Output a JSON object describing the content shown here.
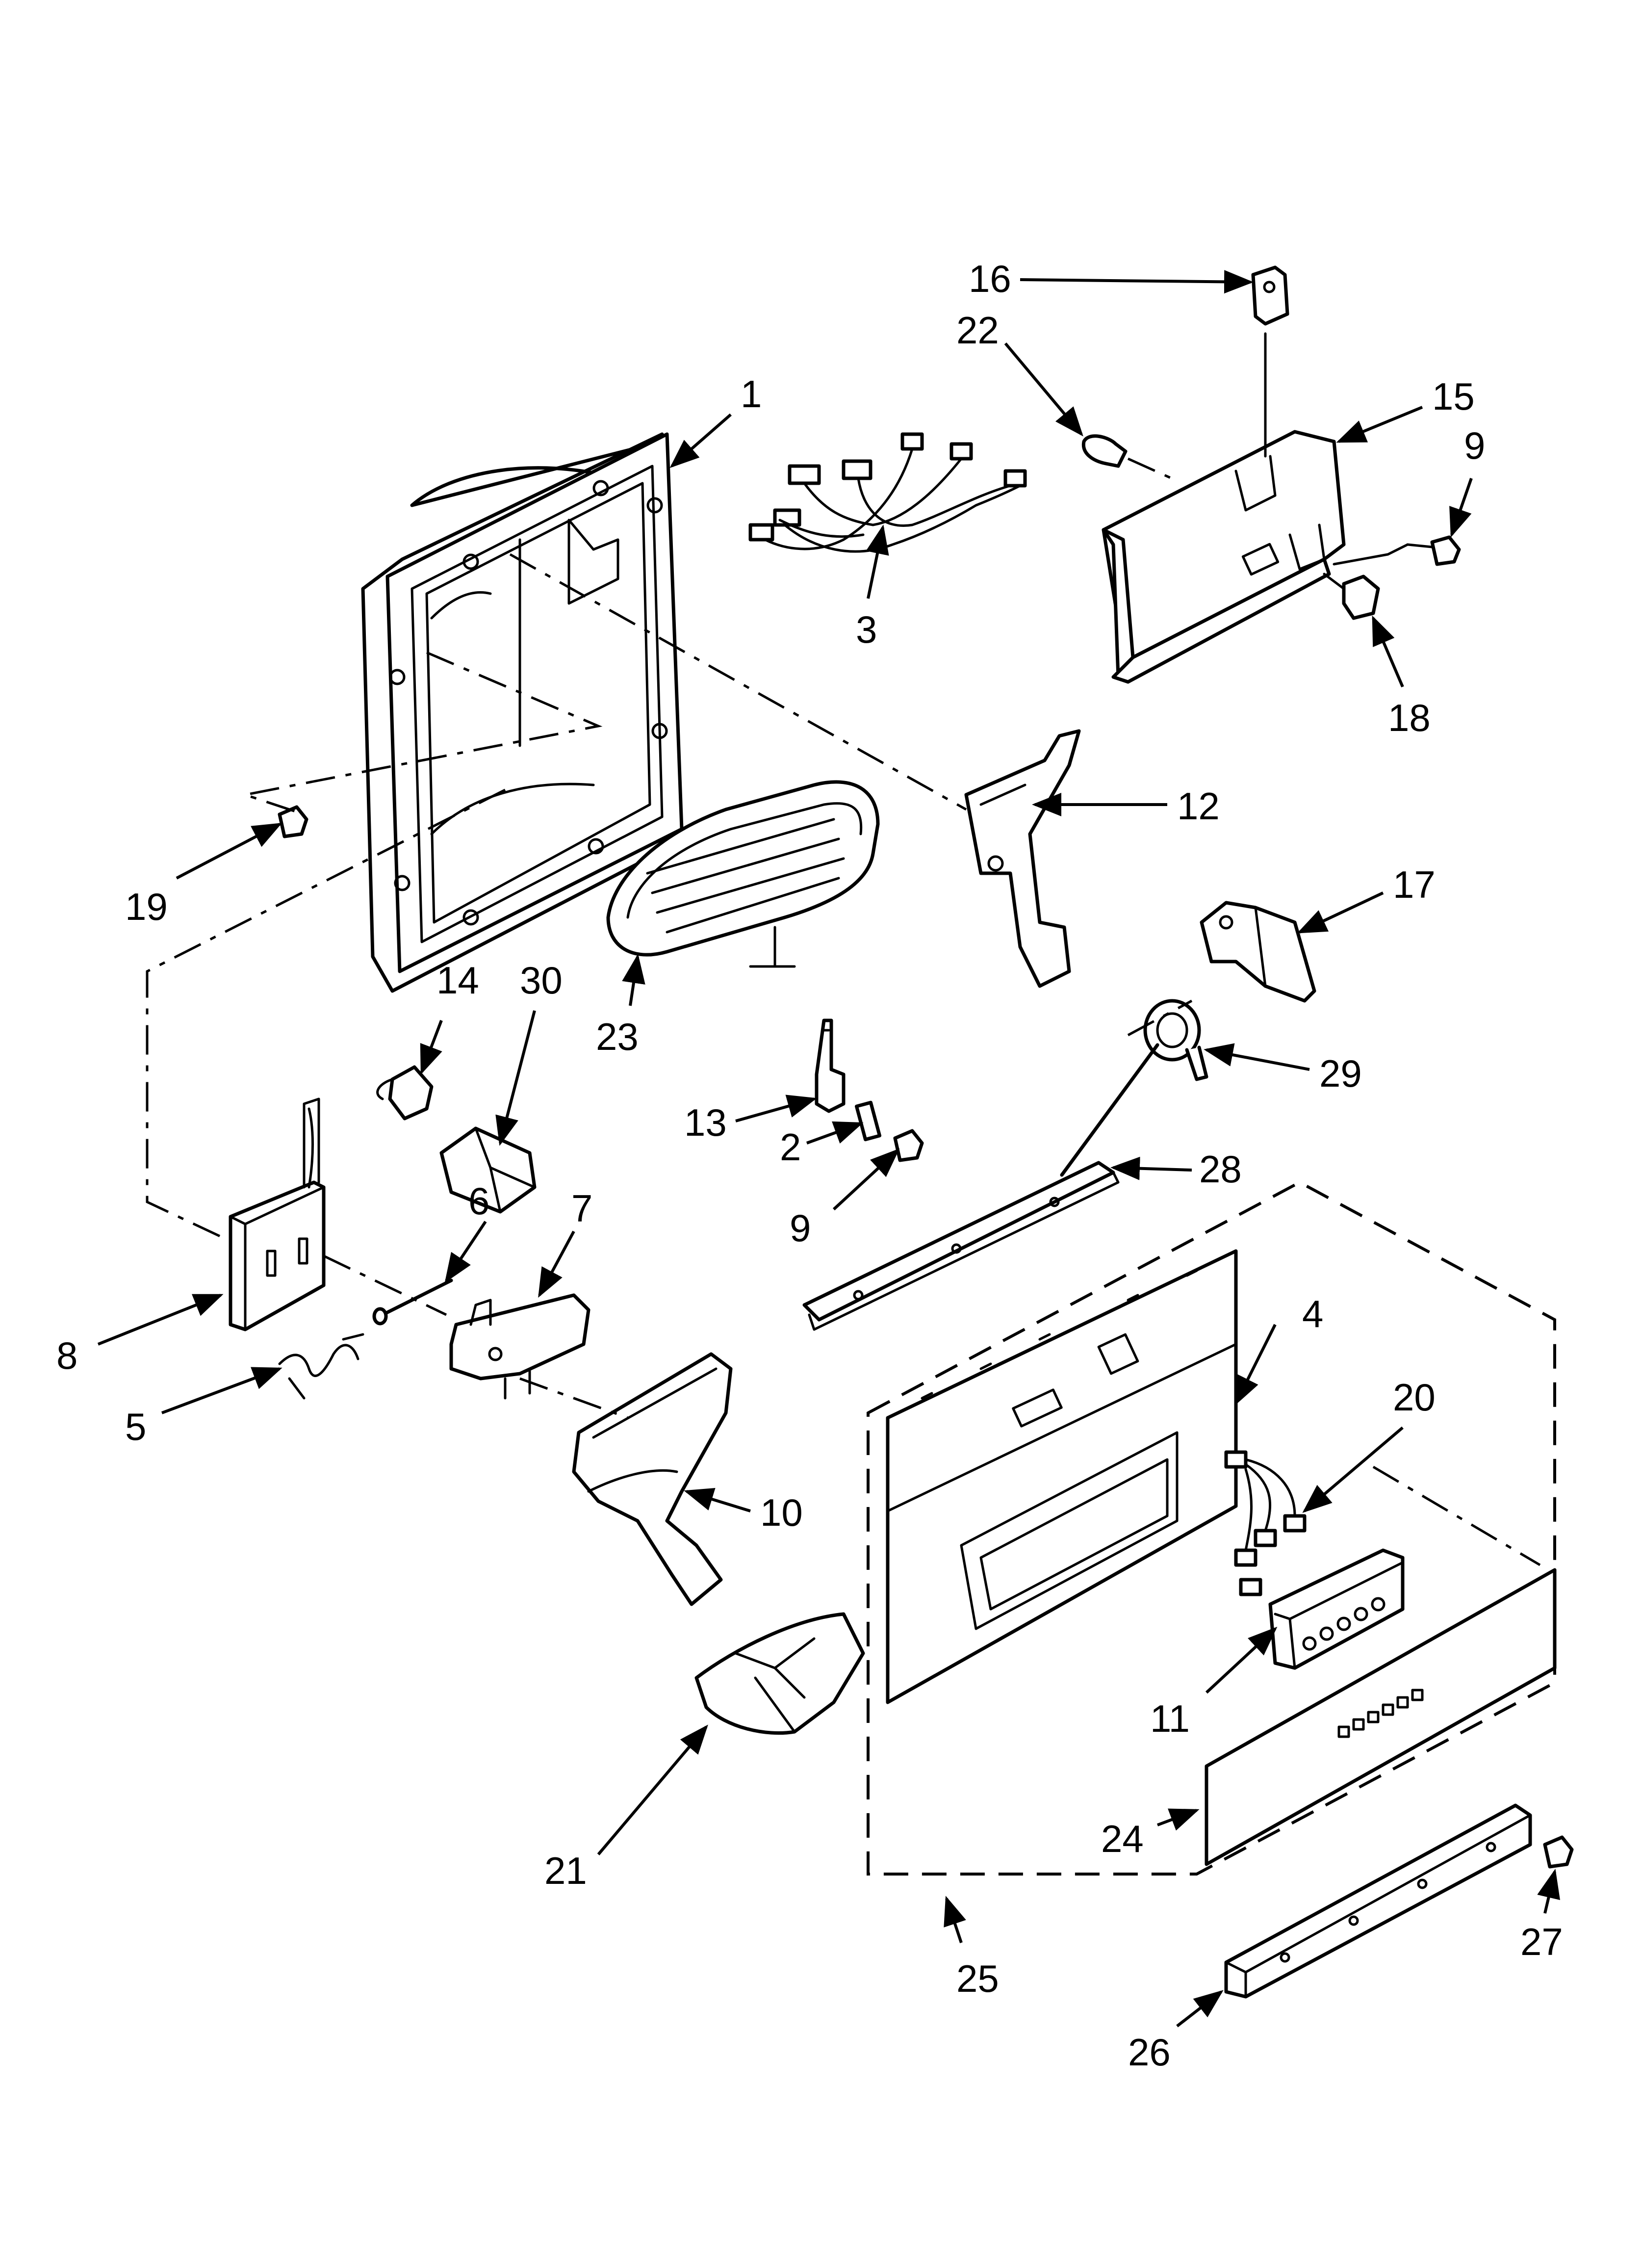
{
  "callouts": {
    "c1": "1",
    "c2": "2",
    "c3": "3",
    "c4": "4",
    "c5": "5",
    "c6": "6",
    "c7": "7",
    "c8": "8",
    "c9a": "9",
    "c9b": "9",
    "c10": "10",
    "c11": "11",
    "c12": "12",
    "c13": "13",
    "c14": "14",
    "c15": "15",
    "c16": "16",
    "c17": "17",
    "c18": "18",
    "c19": "19",
    "c20": "20",
    "c21": "21",
    "c22": "22",
    "c23": "23",
    "c24": "24",
    "c25": "25",
    "c26": "26",
    "c27": "27",
    "c28": "28",
    "c29": "29",
    "c30": "30"
  },
  "colors": {
    "line": "#000000",
    "background": "#ffffff"
  }
}
